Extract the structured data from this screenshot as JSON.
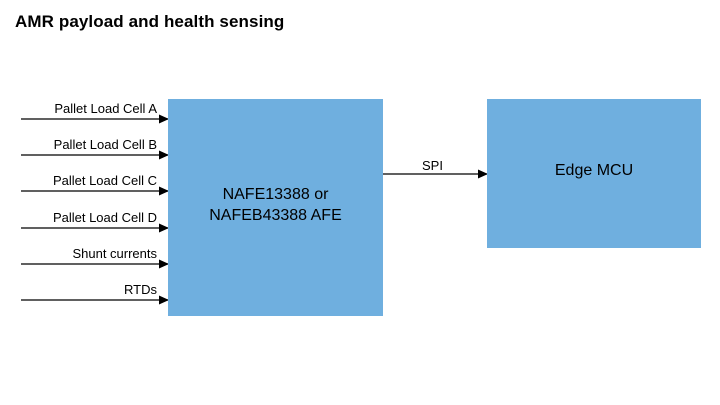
{
  "diagram": {
    "title": "AMR payload and health sensing",
    "colors": {
      "block_fill": "#6fafdf",
      "line": "#000000",
      "background": "#ffffff"
    },
    "inputs": [
      "Pallet Load Cell A",
      "Pallet Load Cell B",
      "Pallet Load Cell C",
      "Pallet Load Cell D",
      "Shunt currents",
      "RTDs"
    ],
    "afe": {
      "line1": "NAFE13388 or",
      "line2": "NAFEB43388 AFE"
    },
    "link_label": "SPI",
    "mcu": {
      "label": "Edge MCU"
    }
  }
}
